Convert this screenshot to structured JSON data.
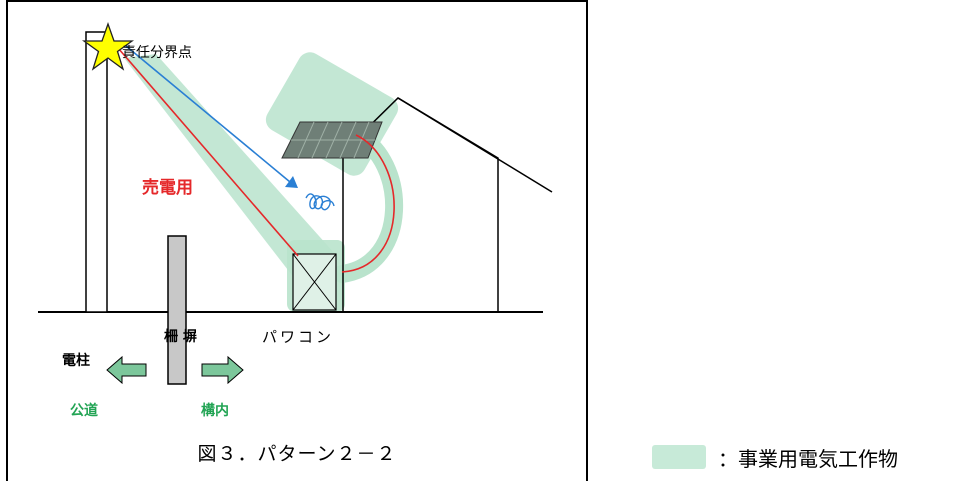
{
  "diagram": {
    "labels": {
      "demarcation_point": "責任分界点",
      "for_sale": "売電用",
      "utility_pole": "電柱",
      "fence": "柵 塀",
      "power_conditioner": "パワコン",
      "public_road": "公道",
      "on_premises": "構内"
    },
    "caption": "図３．パターン２－２",
    "colors": {
      "highlight": "#b9e3cc",
      "red_line": "#e5282a",
      "blue_line": "#2a7fd4",
      "green_text": "#22a454",
      "star_fill": "#ffff00"
    }
  },
  "legend": {
    "text": "：事業用電気工作物",
    "swatch_color": "#c7ead8"
  }
}
